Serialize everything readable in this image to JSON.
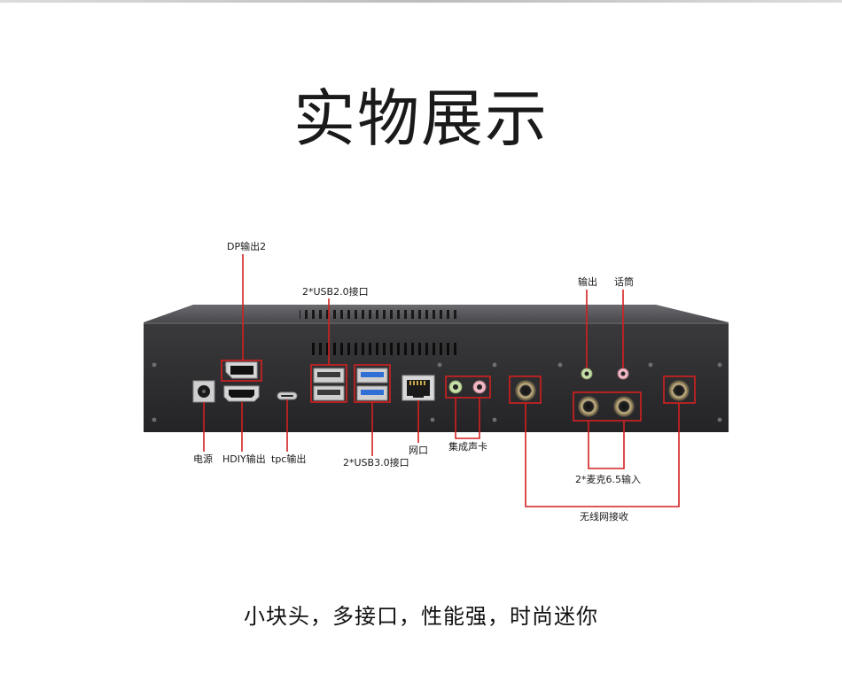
{
  "title": "实物展示",
  "subtitle": "小块头，多接口，性能强，时尚迷你",
  "labels": {
    "dp": "DP输出2",
    "usb2": "2*USB2.0接口",
    "out": "输出",
    "mic_jack": "话筒",
    "power": "电源",
    "hdmi": "HDIY输出",
    "tpc": "tpc输出",
    "usb3": "2*USB3.0接口",
    "lan": "网口",
    "audio": "集成声卡",
    "mic65": "2*麦克6.5输入",
    "wireless": "无线网接收"
  },
  "colors": {
    "callout": "#d42020",
    "case": "#2b2b2d",
    "usb3_blue": "#2f6fd6"
  }
}
